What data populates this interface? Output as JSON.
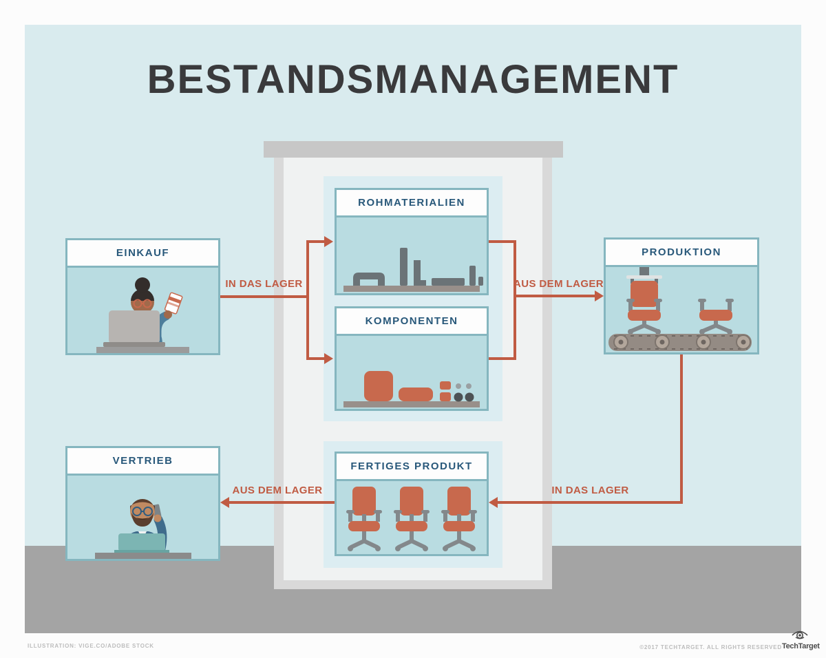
{
  "title": "BESTANDSMANAGEMENT",
  "boxes": {
    "einkauf": {
      "label": "EINKAUF"
    },
    "rohmaterialien": {
      "label": "ROHMATERIALIEN"
    },
    "komponenten": {
      "label": "KOMPONENTEN"
    },
    "produktion": {
      "label": "PRODUKTION"
    },
    "vertrieb": {
      "label": "VERTRIEB"
    },
    "fertiges_produkt": {
      "label": "FERTIGES PRODUKT"
    }
  },
  "flows": {
    "einkauf_to_lager": {
      "label": "IN DAS LAGER",
      "from": "EINKAUF",
      "to": "ROHMATERIALIEN / KOMPONENTEN"
    },
    "lager_to_produktion": {
      "label": "AUS DEM LAGER",
      "from": "ROHMATERIALIEN / KOMPONENTEN",
      "to": "PRODUKTION"
    },
    "produktion_to_lager": {
      "label": "IN DAS LAGER",
      "from": "PRODUKTION",
      "to": "FERTIGES PRODUKT"
    },
    "lager_to_vertrieb": {
      "label": "AUS DEM LAGER",
      "from": "FERTIGES PRODUKT",
      "to": "VERTRIEB"
    }
  },
  "footer": {
    "credit": "ILLUSTRATION: VIGE.CO/ADOBE STOCK",
    "copyright": "©2017 TECHTARGET. ALL RIGHTS RESERVED",
    "logo_text": "TechTarget"
  },
  "icons": {
    "einkauf": "woman-with-credit-card-at-laptop-icon",
    "vertrieb": "man-on-phone-at-laptop-icon",
    "rohmaterialien": "metal-pipes-on-shelf-icon",
    "komponenten": "chair-parts-on-shelf-icon",
    "fertiges_produkt": "three-office-chairs-icon",
    "produktion": "conveyor-belt-assembly-icon",
    "logo": "techtarget-eye-icon"
  },
  "colors": {
    "wall": "#d9ebee",
    "floor": "#a4a4a4",
    "beam": "#c7c7c7",
    "building_frame": "#d9d9d9",
    "building_interior": "#f0f2f2",
    "panel": "#dcedf2",
    "box_border": "#85b6bf",
    "box_header_bg": "#fdfdfd",
    "box_body": "#b9dce1",
    "heading_text": "#28587a",
    "title_text": "#3a3a3c",
    "arrow": "#c05b43",
    "accent_orange": "#c8694d",
    "footer_text": "#bcbcbc"
  }
}
